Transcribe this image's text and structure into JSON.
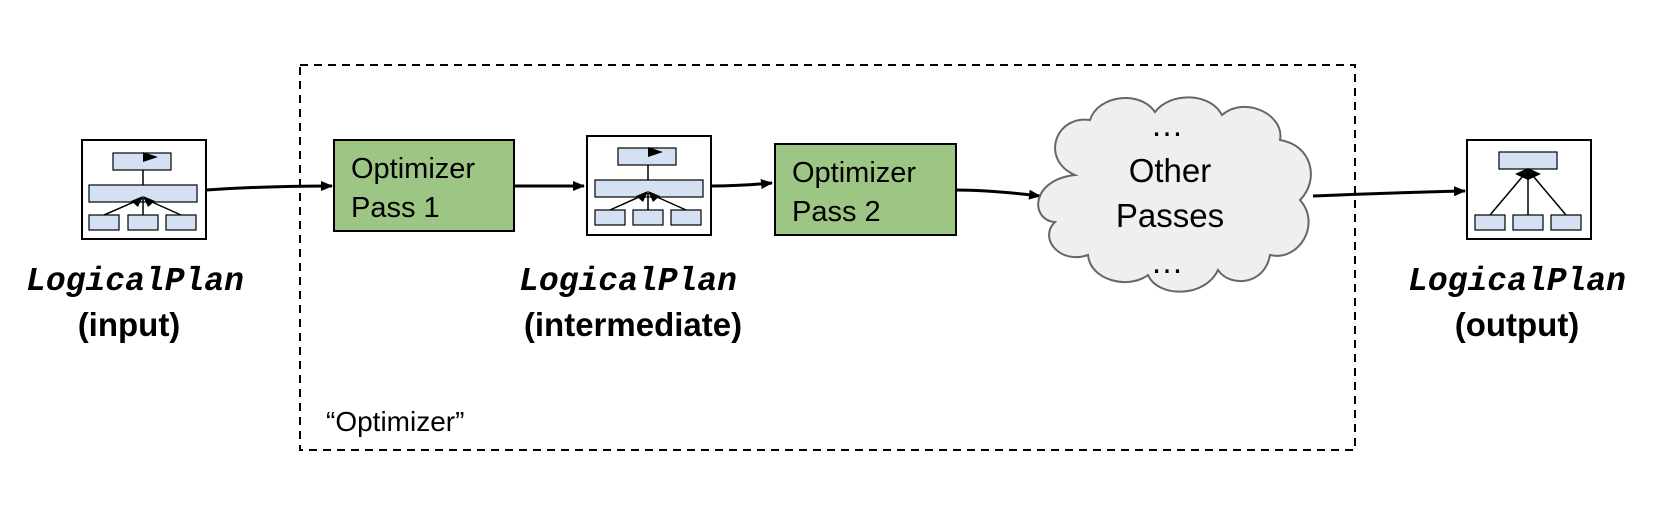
{
  "container": {
    "label": "“Optimizer”"
  },
  "plans": {
    "input": {
      "name": "LogicalPlan",
      "caption": "(input)"
    },
    "intermediate": {
      "name": "LogicalPlan",
      "caption": "(intermediate)"
    },
    "output": {
      "name": "LogicalPlan",
      "caption": "(output)"
    }
  },
  "passes": {
    "pass1": {
      "line1": "Optimizer",
      "line2": "Pass 1"
    },
    "pass2": {
      "line1": "Optimizer",
      "line2": "Pass 2"
    },
    "other": {
      "top": "…",
      "line1": "Other",
      "line2": "Passes",
      "bottom": "…"
    }
  },
  "colors": {
    "pass_fill": "#9dc584",
    "cloud_fill": "#efefef",
    "node_fill": "#d3e1f3",
    "stroke": "#000000"
  }
}
